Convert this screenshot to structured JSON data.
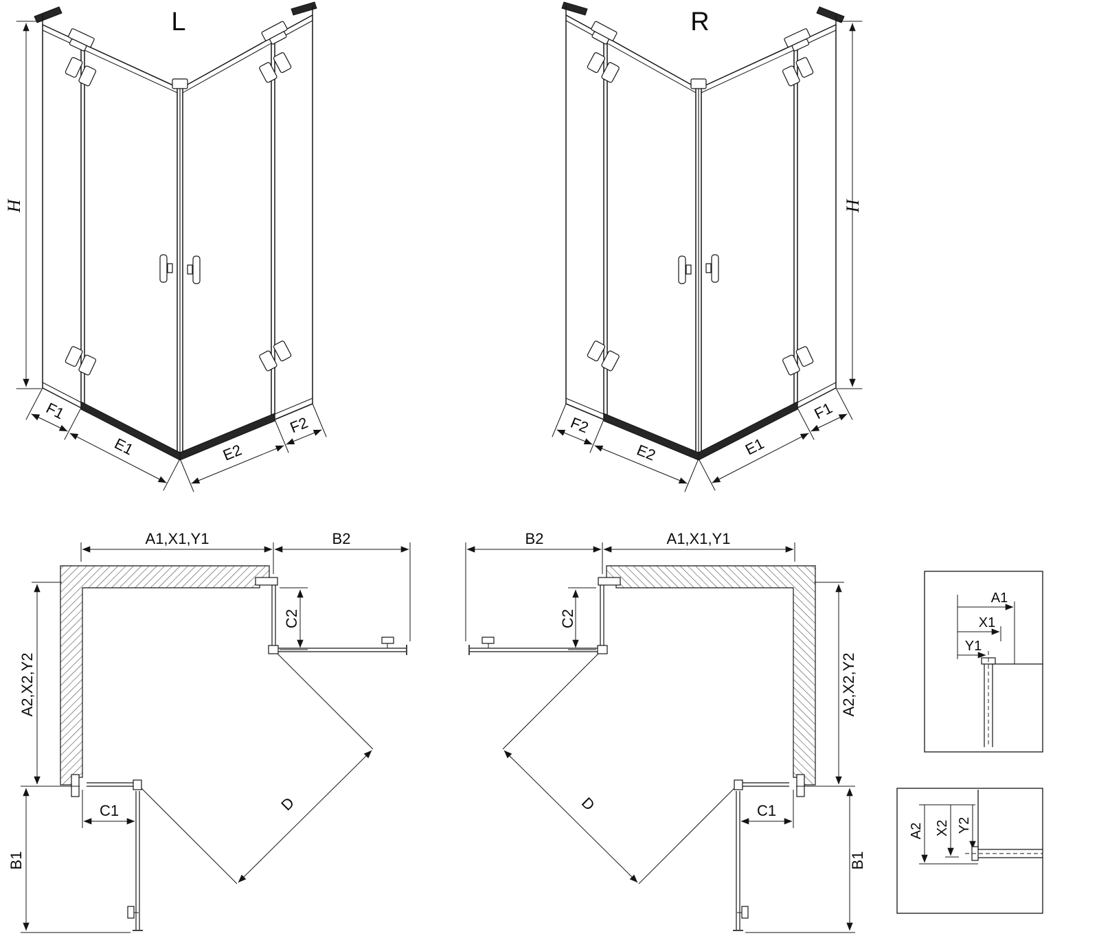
{
  "drawing": {
    "colors": {
      "line": "#141414",
      "dark_fill": "#262626",
      "background": "#ffffff"
    },
    "views": {
      "left_3d": {
        "label": "L",
        "height_dim": "H",
        "bottom_dims": [
          "F1",
          "E1",
          "E2",
          "F2"
        ]
      },
      "right_3d": {
        "label": "R",
        "height_dim": "H",
        "bottom_dims": [
          "F2",
          "E2",
          "E1",
          "F1"
        ]
      },
      "left_plan": {
        "width_dim": "A1,X1,Y1",
        "door_open_dim": "B2",
        "fixed_panel_dim": "C2",
        "depth_dim": "A2,X2,Y2",
        "fixed_panel2_dim": "C1",
        "door_open2_dim": "B1",
        "diagonal_dim": "D"
      },
      "right_plan": {
        "width_dim": "A1,X1,Y1",
        "door_open_dim": "B2",
        "fixed_panel_dim": "C2",
        "depth_dim": "A2,X2,Y2",
        "fixed_panel2_dim": "C1",
        "door_open2_dim": "B1",
        "diagonal_dim": "D"
      },
      "detail_top": {
        "dims": [
          "A1",
          "X1",
          "Y1"
        ]
      },
      "detail_bottom": {
        "dims": [
          "A2",
          "X2",
          "Y2"
        ]
      }
    }
  }
}
